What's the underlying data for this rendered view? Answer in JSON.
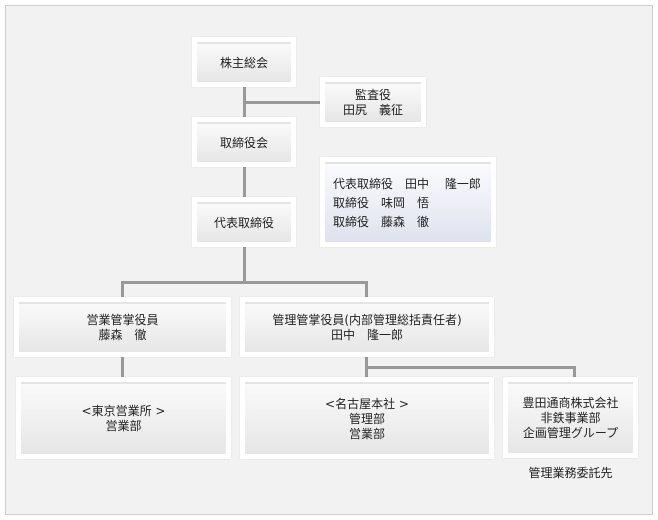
{
  "shareholders": {
    "label": "株主総会"
  },
  "auditor": {
    "title": "監査役",
    "name": "田尻　義征"
  },
  "board": {
    "label": "取締役会"
  },
  "directors": [
    "代表取締役　田中　 隆一郎",
    "取締役　味岡　悟",
    "取締役　藤森　徹"
  ],
  "president": {
    "label": "代表取締役"
  },
  "sales_officer": {
    "title": "営業管掌役員",
    "name": "藤森　徹"
  },
  "admin_officer": {
    "title": "管理管掌役員(内部管理総括責任者)",
    "name": "田中　隆一郎"
  },
  "tokyo": {
    "office": "<東京営業所 >",
    "dept": "営業部"
  },
  "nagoya": {
    "office": "<名古屋本社 >",
    "dept1": "管理部",
    "dept2": "営業部"
  },
  "toyota": {
    "line1": "豊田通商株式会社",
    "line2": "非鉄事業部",
    "line3": "企画管理グループ",
    "note": "管理業務委託先"
  }
}
